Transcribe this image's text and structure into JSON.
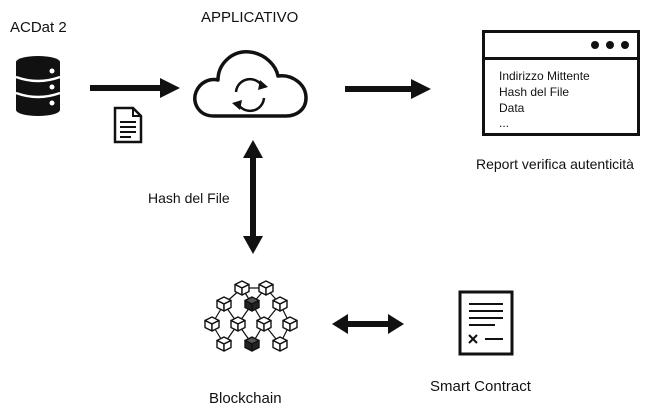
{
  "nodes": {
    "acdat": {
      "label": "ACDat 2"
    },
    "app": {
      "label": "APPLICATIVO"
    },
    "report": {
      "label": "Report verifica autenticità",
      "lines": [
        "Indirizzo Mittente",
        "Hash del File",
        "Data",
        "..."
      ]
    },
    "blockchain": {
      "label": "Blockchain"
    },
    "smart_contract": {
      "label": "Smart Contract"
    }
  },
  "edges": {
    "app_blockchain": {
      "label": "Hash del File"
    }
  },
  "icons": [
    "database-icon",
    "document-icon",
    "cloud-sync-icon",
    "window-icon",
    "blockchain-icon",
    "contract-icon"
  ]
}
